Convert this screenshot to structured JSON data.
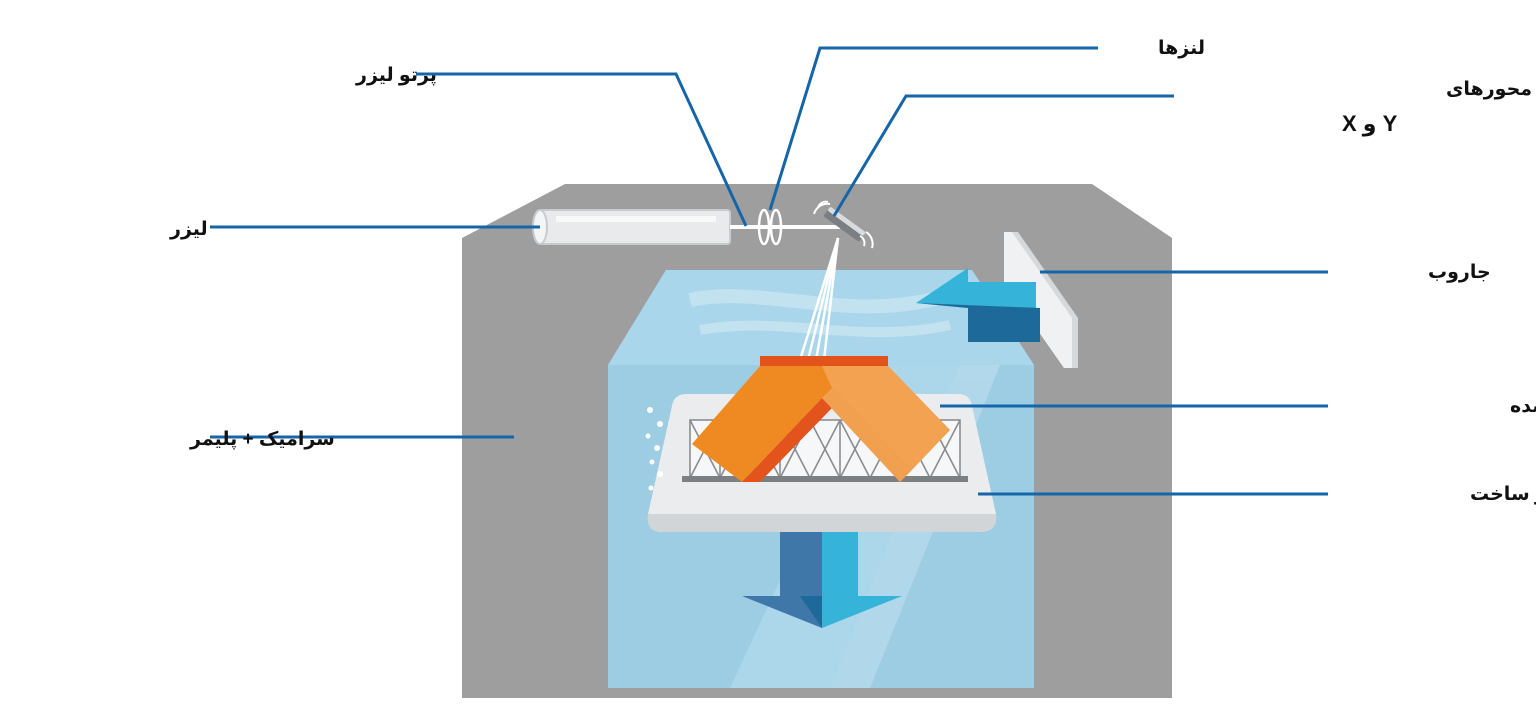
{
  "colors": {
    "leader": "#1565a9",
    "housing": "#9e9e9e",
    "vat": "#9dcde3",
    "part_orange": "#ef8a22",
    "part_dark": "#e3541d",
    "arrow_cyan": "#35b3d8",
    "arrow_navy": "#1d6a9a"
  },
  "icons": [
    "laser-tube-icon",
    "lens-icon",
    "scan-mirror-icon",
    "recoater-blade-icon",
    "build-platform-icon",
    "down-arrow-icon",
    "left-arrow-icon"
  ],
  "labels": {
    "laser_beam": "پرتو لیزر",
    "lenses": "لنزها",
    "scan_line1": "اسکن در راستای محورهای",
    "scan_line2": "X و Y",
    "laser": "لیزر",
    "recoater": "جاروب",
    "ceramic_polymer": "سرامیک + پلیمر",
    "printed_part": "قسمت تولید شده",
    "build_bed": "بستر ساخت"
  }
}
